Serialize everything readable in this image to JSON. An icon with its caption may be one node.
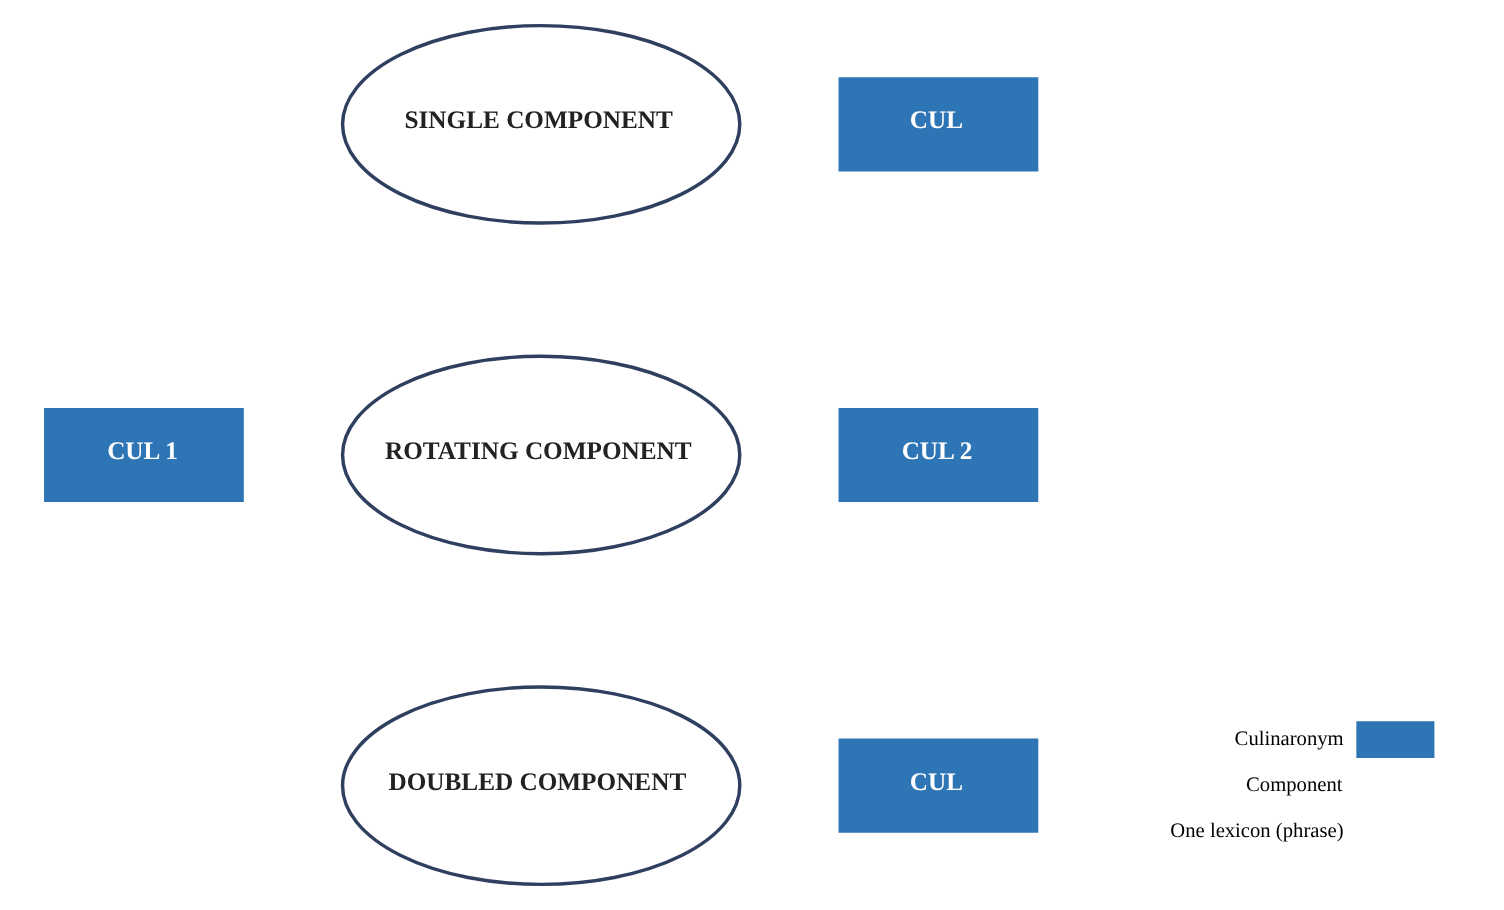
{
  "diagram": {
    "nodes": [
      {
        "text": [
          "SINGLE COMPONENT"
        ]
      },
      {
        "text": [
          "CUL"
        ]
      },
      {
        "text": [
          "CUL 1"
        ]
      },
      {
        "text": [
          "ROTATING COMPONENT"
        ]
      },
      {
        "text": [
          "CUL 2"
        ]
      },
      {
        "text": [
          "DOUBLED COMPONENT"
        ]
      },
      {
        "text": [
          "CUL"
        ]
      }
    ],
    "edges": [],
    "legend": [
      {
        "text": "Culinaronym",
        "color": "#2e75b6"
      },
      {
        "text": "Component"
      },
      {
        "text": "One lexicon (phrase)"
      }
    ]
  }
}
